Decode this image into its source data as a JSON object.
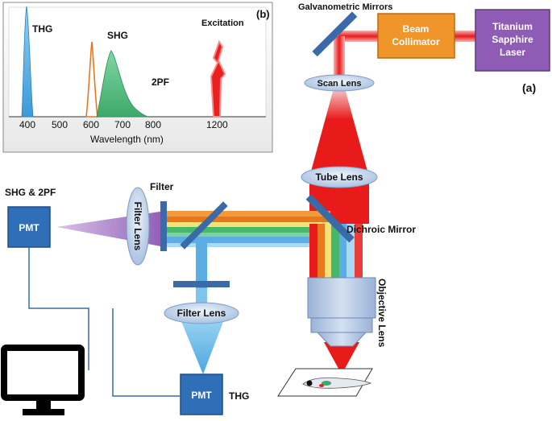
{
  "labels": {
    "panel_b": "(b)",
    "panel_a": "(a)",
    "galvo": "Galvanometric Mirrors",
    "collimator_1": "Beam",
    "collimator_2": "Collimator",
    "laser_1": "Titanium",
    "laser_2": "Sapphire",
    "laser_3": "Laser",
    "scan_lens": "Scan Lens",
    "tube_lens": "Tube Lens",
    "dichroic": "Dichroic Mirror",
    "objective": "Objective Lens",
    "filter": "Filter",
    "filter_lens_v": "Filter Lens",
    "filter_lens_h": "Filter Lens",
    "shg_2pf": "SHG & 2PF",
    "pmt_left": "PMT",
    "pmt_bottom": "PMT",
    "thg": "THG"
  },
  "spectrum": {
    "thg": "THG",
    "shg": "SHG",
    "two_pf": "2PF",
    "excitation": "Excitation",
    "xlabel": "Wavelength (nm)",
    "ticks": [
      "400",
      "500",
      "600",
      "700",
      "800",
      "1200"
    ]
  },
  "colors": {
    "laser_box": "#8f5cb5",
    "collimator_box": "#f0952a",
    "pmt_box": "#2f6fb8",
    "lens_fill": "#c5d6ea",
    "mirror": "#3b6aa8",
    "thg_peak": "#5bb0e6",
    "shg_peak": "#e8781e",
    "two_pf_peak": "#5cc489",
    "excitation_peak": "#e8201e",
    "beam_red": "#e8201e"
  }
}
